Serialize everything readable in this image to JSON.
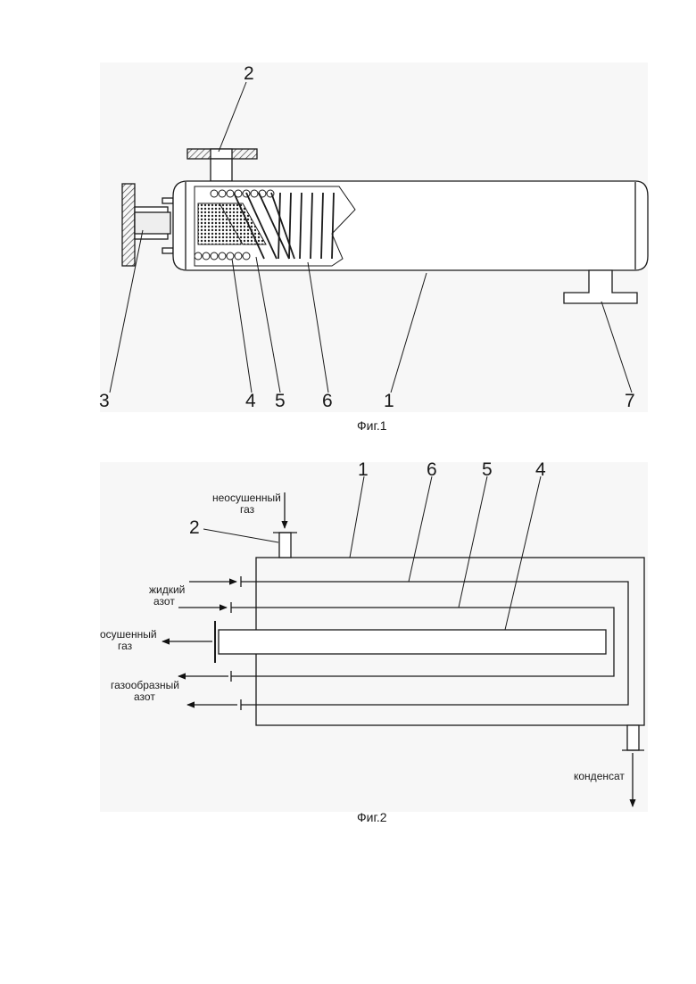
{
  "figure1": {
    "caption": "Фиг.1",
    "callouts": [
      "1",
      "2",
      "3",
      "4",
      "5",
      "6",
      "7"
    ]
  },
  "figure2": {
    "caption": "Фиг.2",
    "callouts": [
      "1",
      "6",
      "5",
      "4",
      "2"
    ],
    "labels": {
      "undried_gas": [
        "неосушенный",
        "газ"
      ],
      "liquid_nitrogen": [
        "жидкий",
        "азот"
      ],
      "dried_gas": [
        "осушенный",
        "газ"
      ],
      "gaseous_nitrogen": [
        "газообразный",
        "азот"
      ],
      "condensate": "конденсат"
    }
  }
}
